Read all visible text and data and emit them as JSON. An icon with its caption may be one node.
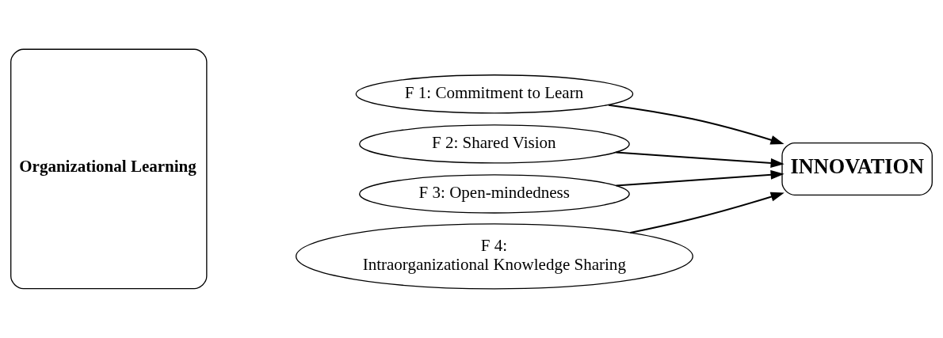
{
  "diagram": {
    "nodes": [
      {
        "text": [
          "Organizational Learning"
        ]
      },
      {
        "text": [
          "F 1: Commitment to Learn"
        ]
      },
      {
        "text": [
          "F 2: Shared Vision"
        ]
      },
      {
        "text": [
          "F 3: Open-mindedness"
        ]
      },
      {
        "text": [
          "F 4: Intraorganizational Knowledge Sharing"
        ]
      },
      {
        "text": [
          "INNOVATION"
        ]
      }
    ],
    "edges": [
      {
        "from": 1,
        "to": 5,
        "arrow": "to"
      },
      {
        "from": 2,
        "to": 5,
        "arrow": "to"
      },
      {
        "from": 3,
        "to": 5,
        "arrow": "to"
      },
      {
        "from": 4,
        "to": 5,
        "arrow": "to"
      }
    ]
  }
}
